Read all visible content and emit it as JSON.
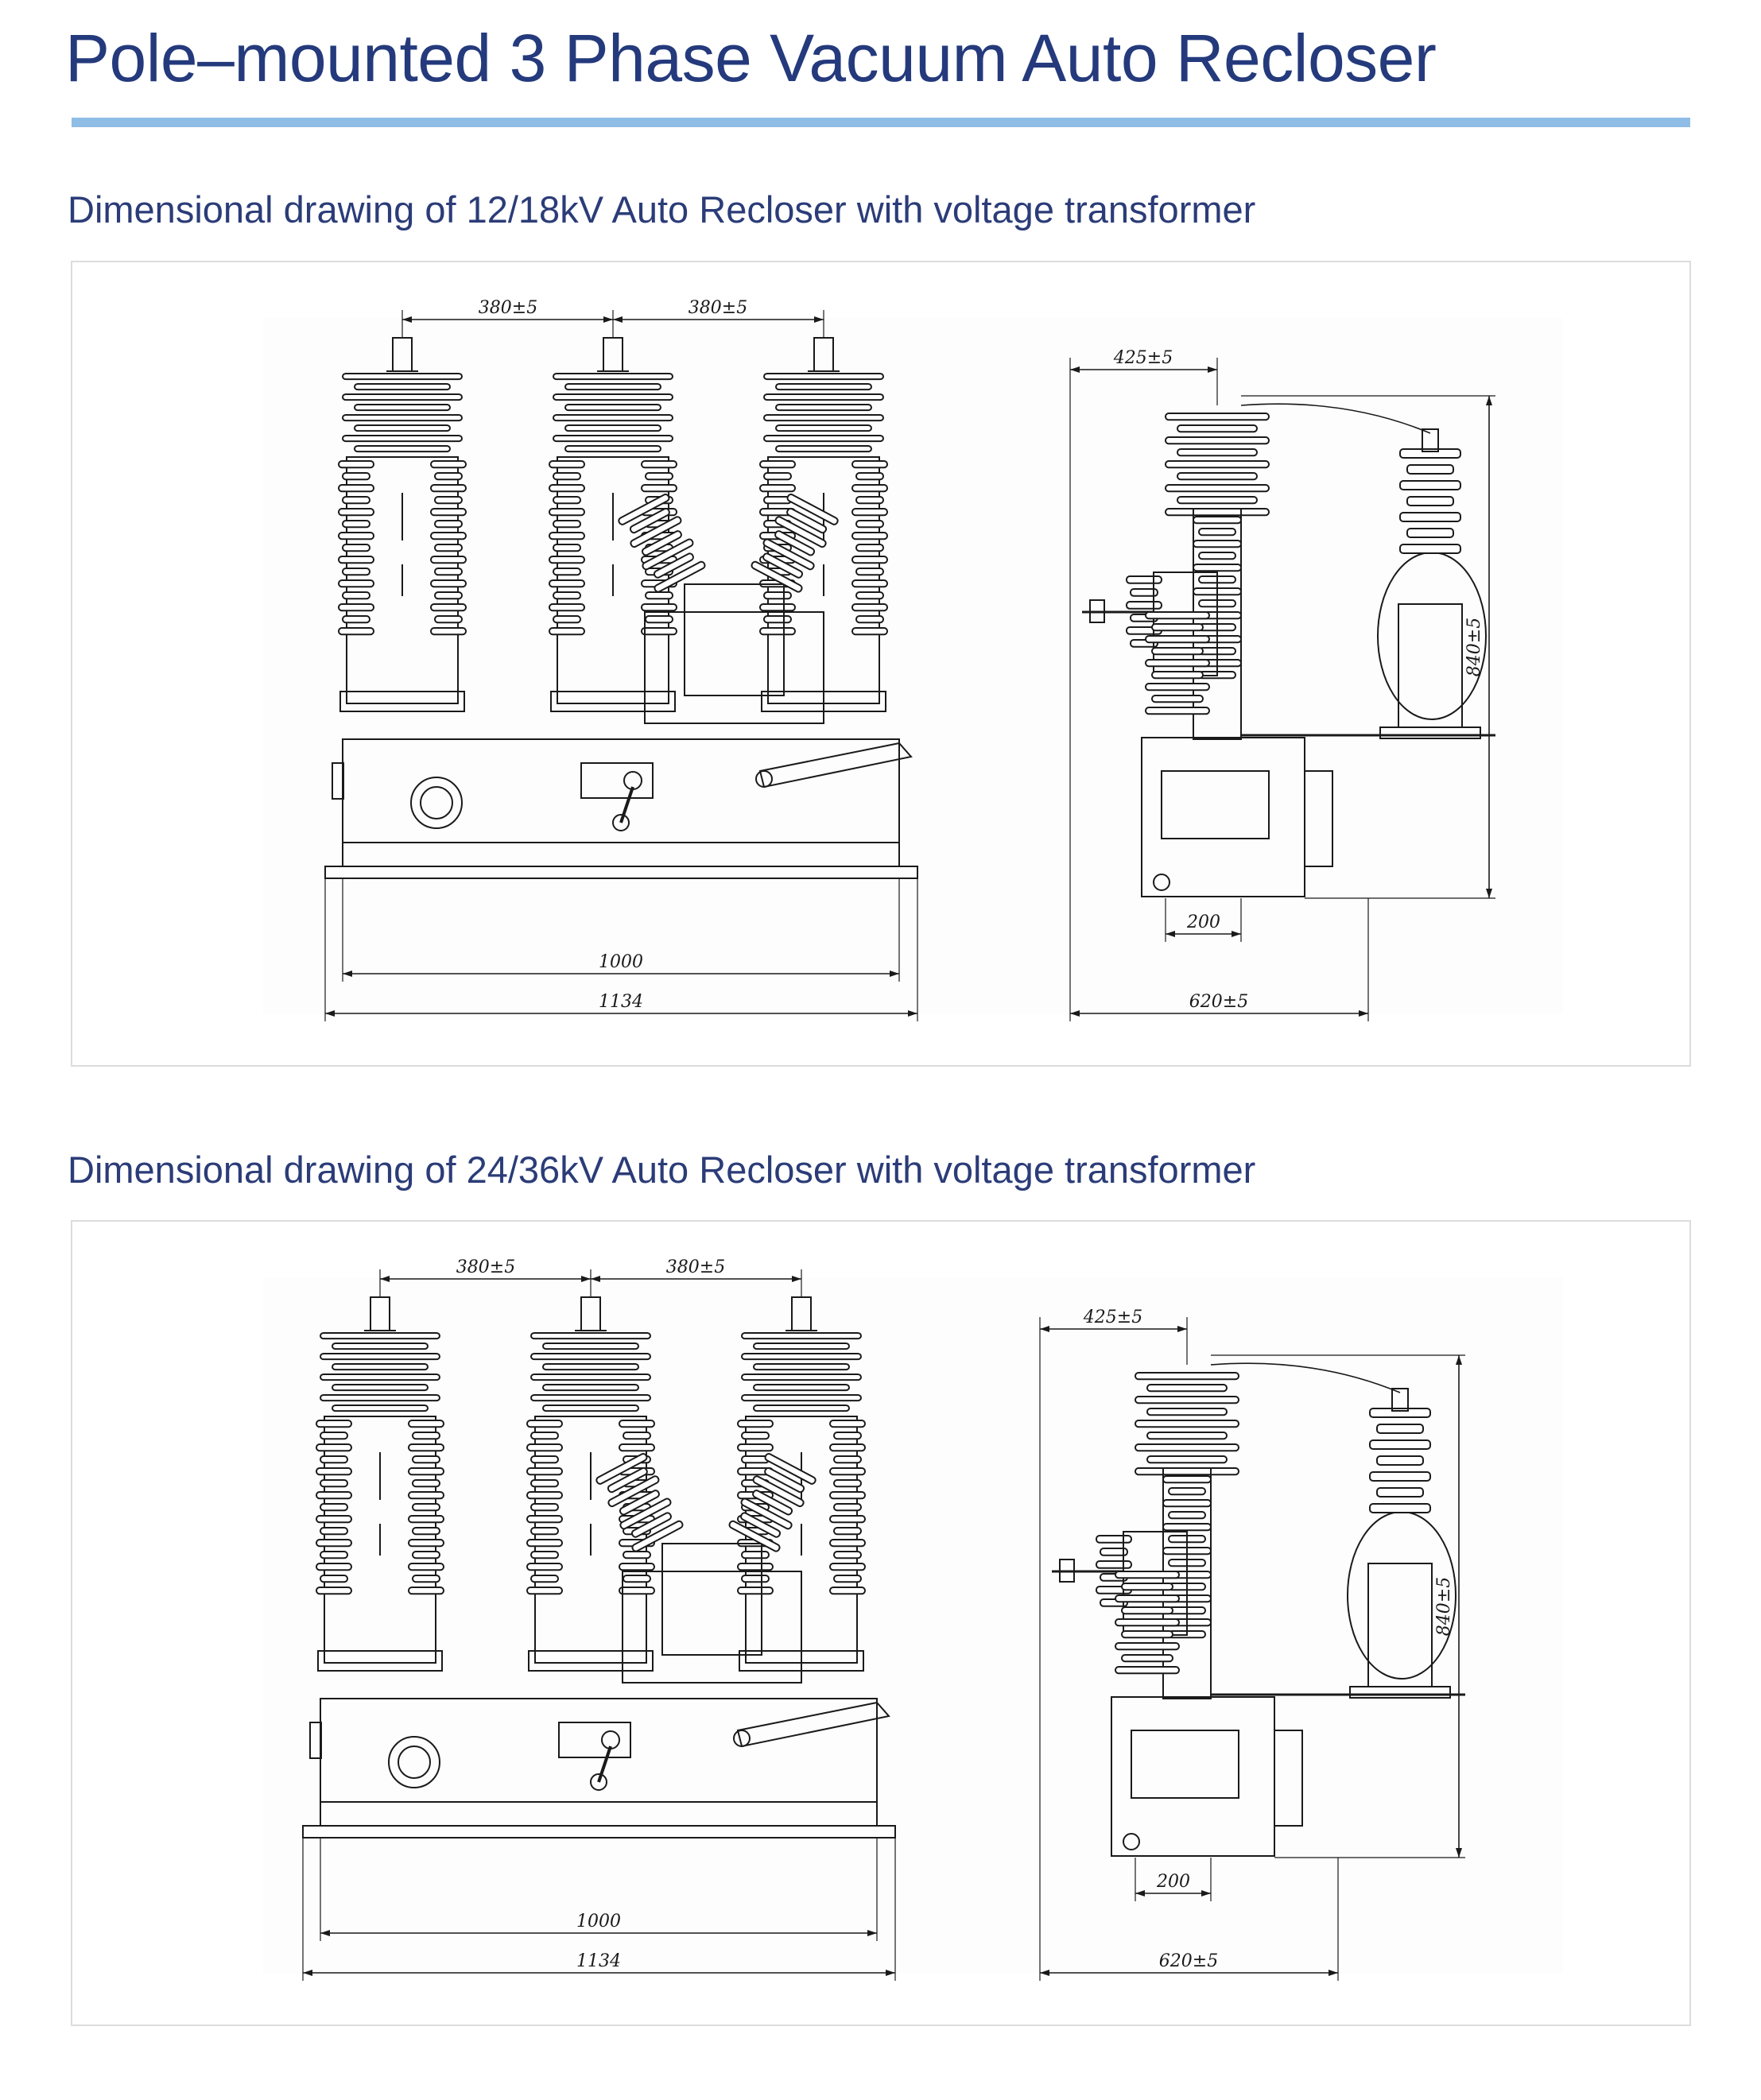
{
  "page": {
    "title": "Pole–mounted 3 Phase Vacuum Auto Recloser",
    "accent_color": "#8fbde6",
    "title_color": "#243a7c"
  },
  "sections": [
    {
      "heading": "Dimensional drawing of 12/18kV Auto Recloser with voltage transformer",
      "drawing": {
        "front_view": {
          "pole_spacing_left": "380±5",
          "pole_spacing_right": "380±5",
          "inner_width": "1000",
          "overall_width": "1134"
        },
        "side_view": {
          "top_offset": "425±5",
          "height": "840±5",
          "base_width": "200",
          "overall_depth": "620±5"
        }
      }
    },
    {
      "heading": "Dimensional drawing of 24/36kV Auto Recloser with voltage transformer",
      "drawing": {
        "front_view": {
          "pole_spacing_left": "380±5",
          "pole_spacing_right": "380±5",
          "inner_width": "1000",
          "overall_width": "1134"
        },
        "side_view": {
          "top_offset": "425±5",
          "height": "840±5",
          "base_width": "200",
          "overall_depth": "620±5"
        }
      }
    }
  ]
}
